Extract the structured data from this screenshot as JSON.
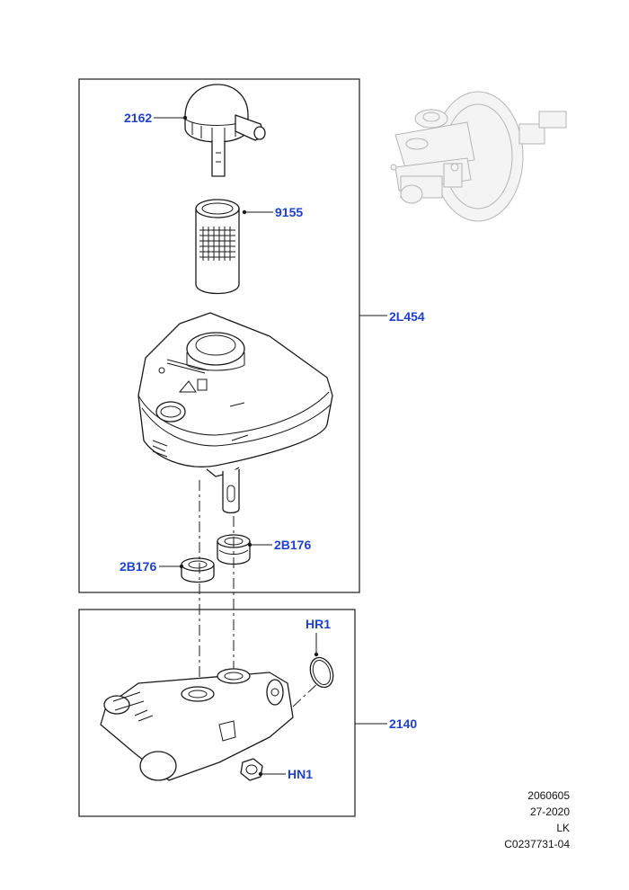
{
  "callouts": {
    "cap": "2162",
    "filter": "9155",
    "reservoir": "2L454",
    "grommet_right": "2B176",
    "grommet_left": "2B176",
    "oring": "HR1",
    "master_cylinder": "2140",
    "nut": "HN1"
  },
  "info": {
    "line1": "2060605",
    "line2": "27-2020",
    "line3": "LK",
    "line4": "C0237731-04"
  },
  "colors": {
    "callout_text": "#1f3fcf",
    "linework": "#1a1a1a",
    "ghost_assembly": "#b5b5b5"
  }
}
